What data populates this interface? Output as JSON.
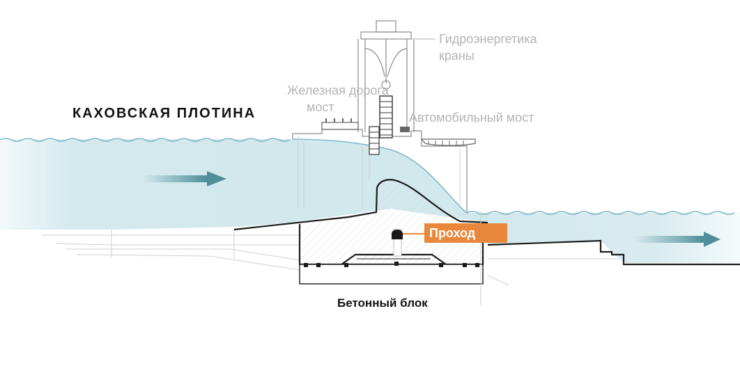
{
  "title": "КАХОВСКАЯ ПЛОТИНА",
  "labels": {
    "cranes_line1": "Гидроэнергетика",
    "cranes_line2": "краны",
    "railway_line1": "Железная дорога",
    "railway_line2": "мост",
    "road_bridge": "Автомобильный мост",
    "concrete_block": "Бетонный блок"
  },
  "callout": {
    "label": "Проход",
    "color": "#e9873a"
  },
  "colors": {
    "water": "#cfe7ec",
    "water_line": "#7fb9c8",
    "arrow": "#4f8f9a"
  }
}
